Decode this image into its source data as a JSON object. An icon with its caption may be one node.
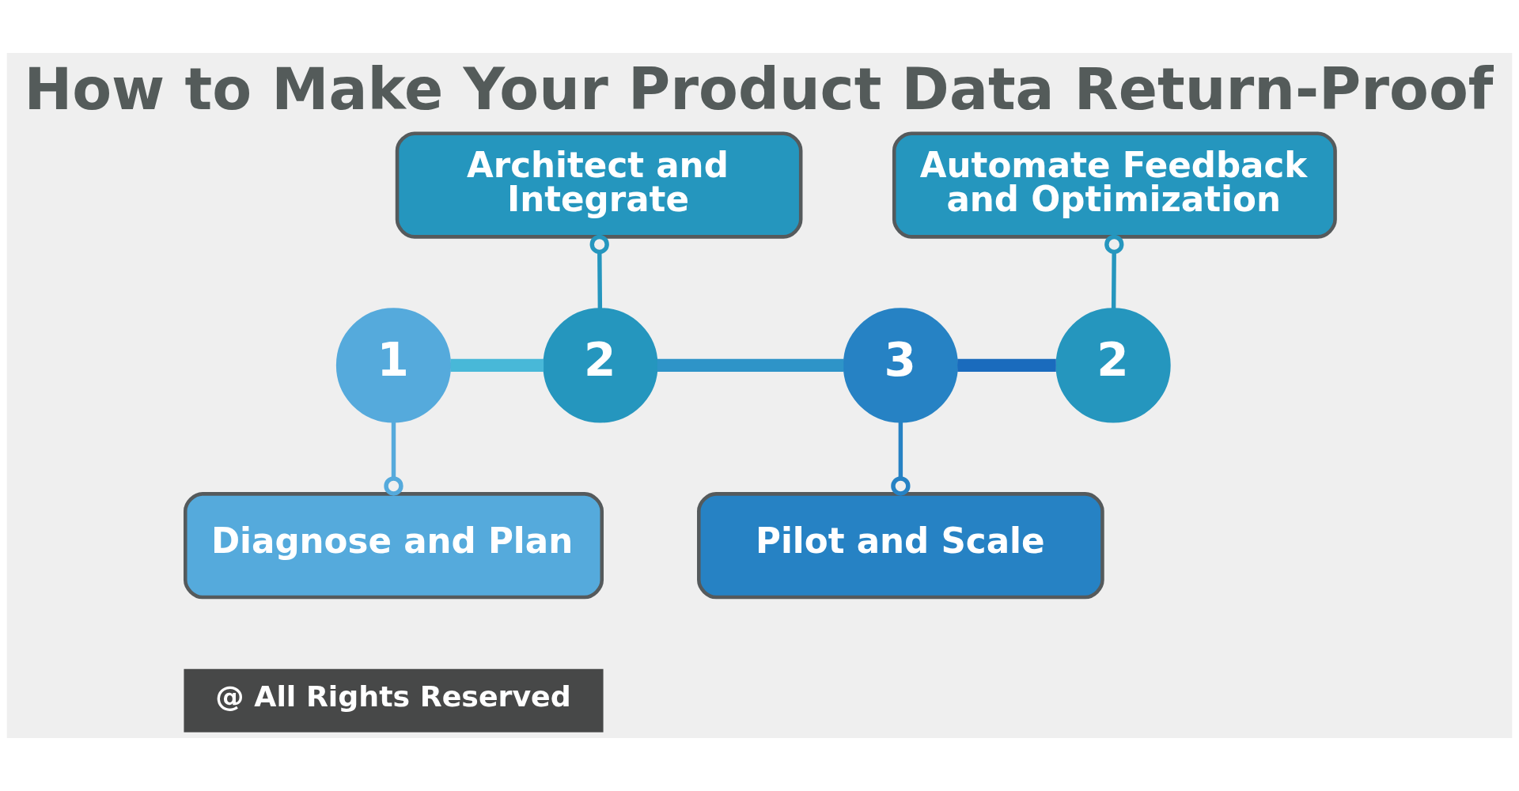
{
  "diagram": {
    "title": "How to Make Your Product Data Return-Proof",
    "nodes": [
      {
        "text": [
          "Architect and Integrate"
        ]
      },
      {
        "text": [
          "Automate Feedback and Optimization"
        ]
      },
      {
        "text": [
          "1"
        ]
      },
      {
        "text": [
          "2"
        ]
      },
      {
        "text": [
          "3"
        ]
      },
      {
        "text": [
          "2"
        ]
      },
      {
        "text": [
          "Diagnose and Plan"
        ]
      },
      {
        "text": [
          "Pilot and Scale"
        ]
      }
    ],
    "edges": [
      {
        "from": 2,
        "to": 3,
        "arrow": "none",
        "style": "thick",
        "color": "#48b8d8"
      },
      {
        "from": 3,
        "to": 4,
        "arrow": "none",
        "style": "thick",
        "color": "#2e94c8"
      },
      {
        "from": 4,
        "to": 5,
        "arrow": "none",
        "style": "thick",
        "color": "#1a6bbd"
      },
      {
        "from": 2,
        "to": 6,
        "arrow": "other",
        "color": "#55aadc"
      },
      {
        "from": 3,
        "to": 0,
        "arrow": "other",
        "color": "#2596be"
      },
      {
        "from": 4,
        "to": 7,
        "arrow": "other",
        "color": "#2682c4"
      },
      {
        "from": 5,
        "to": 1,
        "arrow": "other",
        "color": "#2596be"
      }
    ],
    "labels": [
      "@ All Rights Reserved"
    ]
  }
}
